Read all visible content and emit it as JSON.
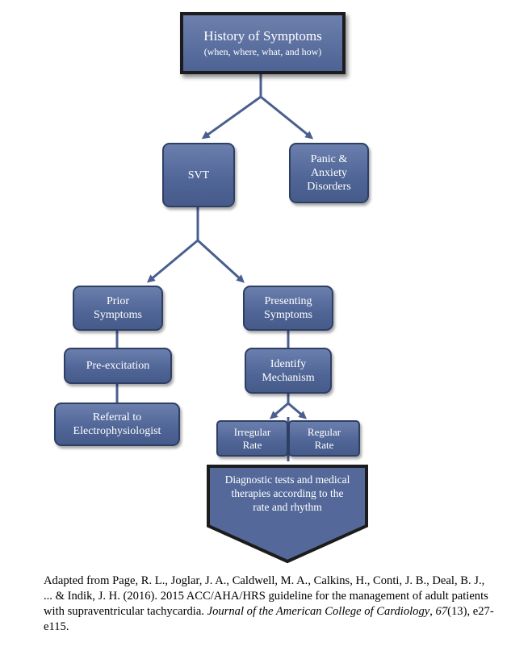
{
  "nodes": {
    "history": {
      "title": "History of Symptoms",
      "subtitle": "(when, where, what, and how)"
    },
    "svt": {
      "label": "SVT"
    },
    "panic": {
      "line1": "Panic &",
      "line2": "Anxiety",
      "line3": "Disorders"
    },
    "prior": {
      "line1": "Prior",
      "line2": "Symptoms"
    },
    "presenting": {
      "line1": "Presenting",
      "line2": "Symptoms"
    },
    "preexcitation": {
      "label": "Pre-excitation"
    },
    "identify": {
      "line1": "Identify",
      "line2": "Mechanism"
    },
    "referral": {
      "line1": "Referral to",
      "line2": "Electrophysiologist"
    },
    "irregular": {
      "line1": "Irregular",
      "line2": "Rate"
    },
    "regular": {
      "line1": "Regular",
      "line2": "Rate"
    },
    "diagnostic": {
      "line1": "Diagnostic tests and medical",
      "line2": "therapies according to the",
      "line3": "rate and rhythm"
    }
  },
  "citation": {
    "part1": "Adapted from Page, R. L., Joglar, J. A., Caldwell, M. A., Calkins, H., Conti, J. B., Deal, B. J., ... & Indik, J. H. (2016). 2015 ACC/AHA/HRS guideline for the management of adult patients with supraventricular tachycardia. ",
    "journal": "Journal of the American College of Cardiology",
    "part2": ", ",
    "volume": "67",
    "part3": "(13), e27-e115."
  },
  "colors": {
    "box_fill": "#5a6f9f",
    "box_border": "#2e3f66",
    "connector": "#4a5f8f",
    "root_border": "#1c1c1c"
  }
}
